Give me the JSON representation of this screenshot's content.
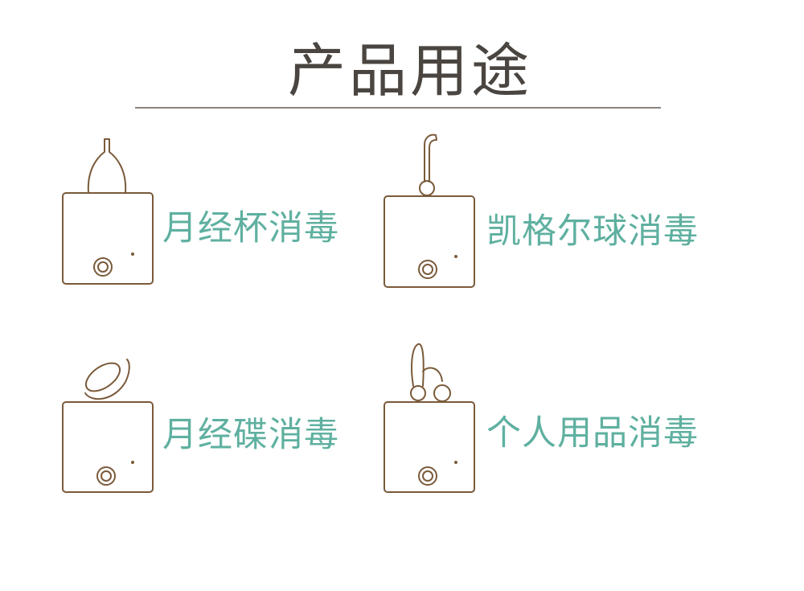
{
  "title": "产品用途",
  "colors": {
    "title": "#4a4540",
    "label": "#5fb0a0",
    "line_art": "#7a5a3a",
    "rule": "#8a847e"
  },
  "items": [
    {
      "label": "月经杯消毒",
      "icon": "menstrual-cup-icon"
    },
    {
      "label": "凯格尔球消毒",
      "icon": "kegel-ball-icon"
    },
    {
      "label": "月经碟消毒",
      "icon": "menstrual-disc-icon"
    },
    {
      "label": "个人用品消毒",
      "icon": "personal-items-icon"
    }
  ]
}
